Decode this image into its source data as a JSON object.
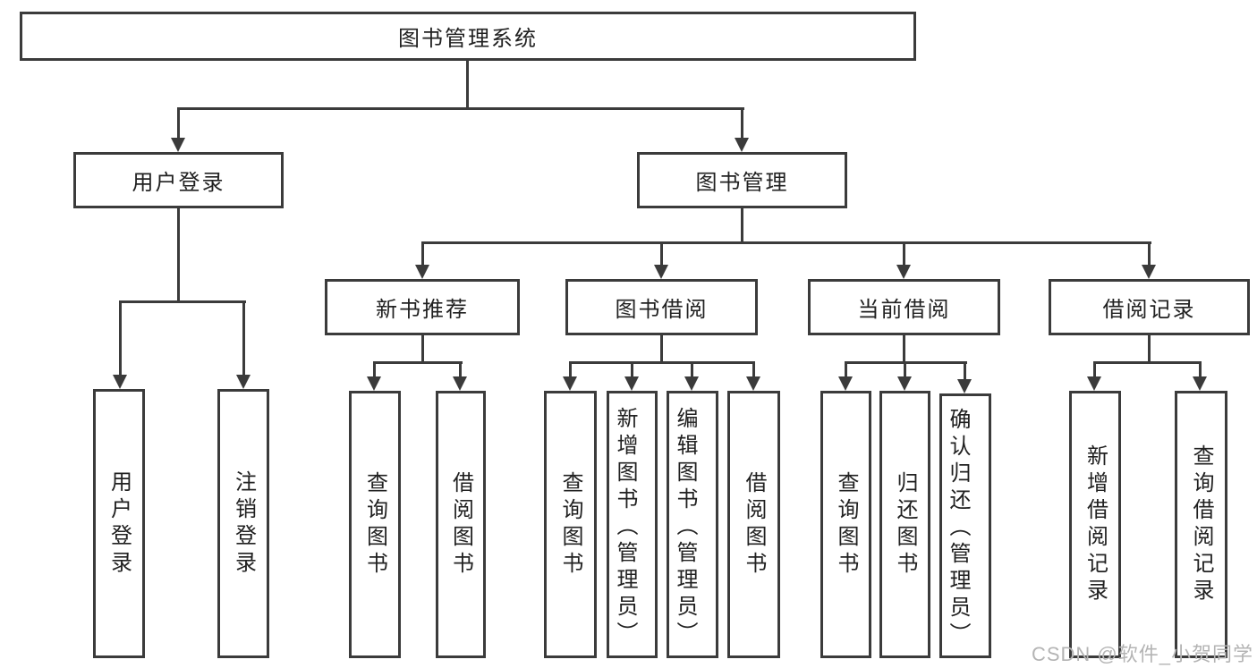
{
  "diagram": {
    "root_label": "图书管理系统",
    "level2": {
      "user_login": "用户登录",
      "book_mgmt": "图书管理"
    },
    "level3": {
      "new_books": "新书推荐",
      "borrow": "图书借阅",
      "current": "当前借阅",
      "records": "借阅记录"
    },
    "leaves": {
      "a1": "用户登录",
      "a2": "注销登录",
      "b1": "查询图书",
      "b2": "借阅图书",
      "c1": "查询图书",
      "c2": "新增图书（管理员）",
      "c3": "编辑图书（管理员）",
      "c4": "借阅图书",
      "d1": "查询图书",
      "d2": "归还图书",
      "d3": "确认归还（管理员）",
      "e1": "新增借阅记录",
      "e2": "查询借阅记录"
    },
    "watermark": "CSDN @软件_小贺同学",
    "colors": {
      "line": "#3b3b3b",
      "text": "#212121",
      "watermark": "#b4b4b4",
      "background": "#ffffff"
    }
  }
}
